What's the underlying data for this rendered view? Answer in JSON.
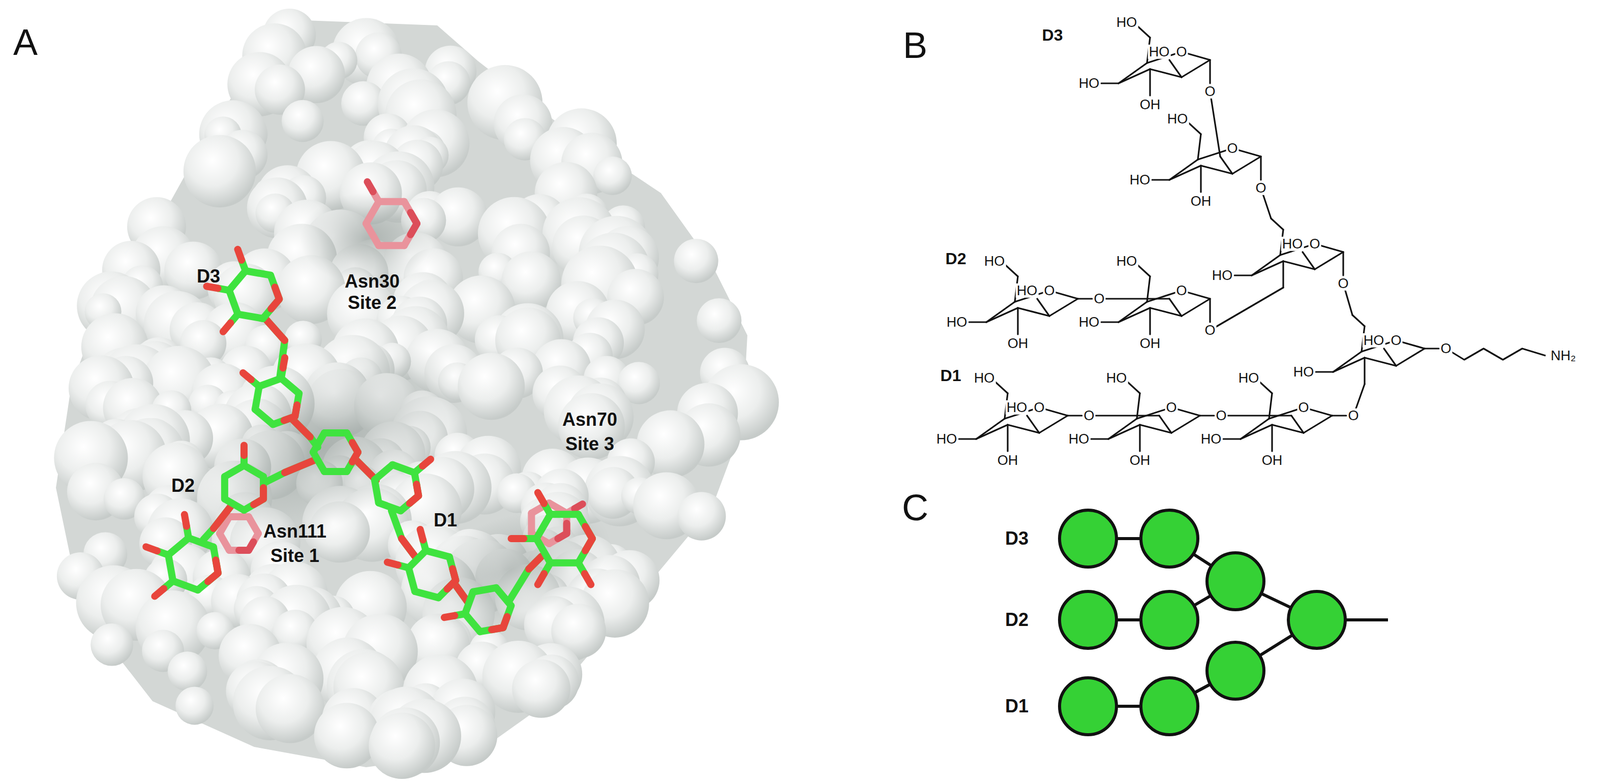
{
  "diagram": {
    "labels": [
      "A",
      "D3",
      "Asn30",
      "Site 2",
      "D2",
      "Asn111",
      "Site 1",
      "D1",
      "Asn70",
      "Site 3",
      "B",
      "D3",
      "D2",
      "D1",
      "HO",
      "HO",
      "O",
      "HO",
      "OH",
      "O",
      "HO",
      "O",
      "HO",
      "OH",
      "O",
      "HO",
      "O",
      "HO",
      "O",
      "HO",
      "HO",
      "O",
      "HO",
      "OH",
      "O",
      "HO",
      "O",
      "HO",
      "OH",
      "O",
      "HO",
      "HO",
      "O",
      "HO",
      "OH",
      "O",
      "HO",
      "O",
      "HO",
      "OH",
      "O",
      "HO",
      "O",
      "HO",
      "OH",
      "O",
      "HO",
      "O",
      "HO",
      "O",
      "NH₂",
      "C",
      "D3",
      "D2",
      "D1"
    ]
  }
}
